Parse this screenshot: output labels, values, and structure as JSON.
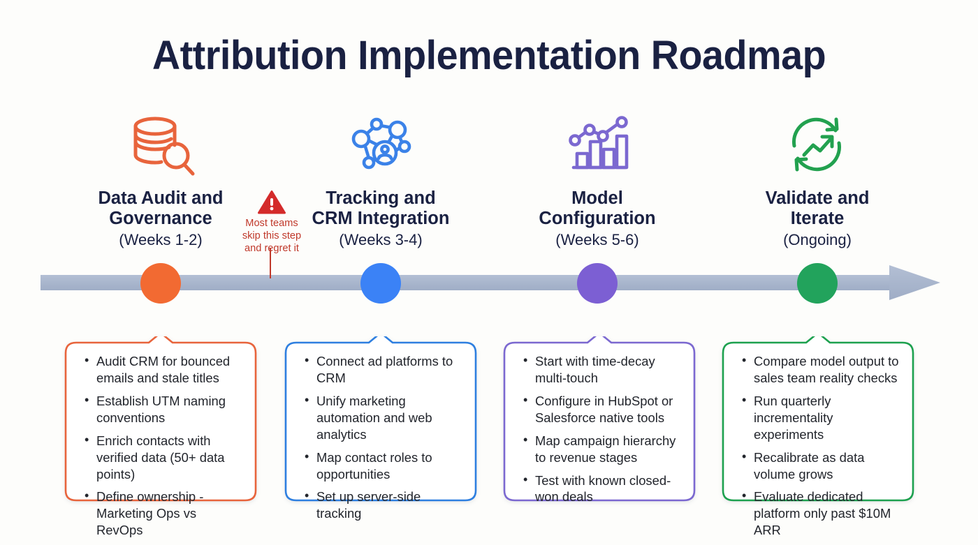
{
  "page": {
    "title": "Attribution Implementation Roadmap",
    "background_color": "#fdfdfb",
    "title_color": "#1a2142"
  },
  "timeline": {
    "axis_color": "#a9b6cd",
    "direction": "left-to-right",
    "arrowhead": "right"
  },
  "warning": {
    "icon": "warning-triangle-icon",
    "line1": "Most teams",
    "line2": "skip this step",
    "line3": "and regret it",
    "color": "#c0392b",
    "attached_between_stages": [
      1,
      2
    ]
  },
  "stages": [
    {
      "index": 1,
      "icon": "database-search-icon",
      "heading_line1": "Data Audit and",
      "heading_line2": "Governance",
      "timeframe": "(Weeks 1-2)",
      "color": "#f26a32",
      "dot_color": "#f26a32",
      "bullets": [
        "Audit CRM for bounced emails and stale titles",
        "Establish UTM naming conventions",
        "Enrich contacts with verified data (50+ data points)",
        "Define ownership - Marketing Ops vs RevOps"
      ]
    },
    {
      "index": 2,
      "icon": "network-graph-person-icon",
      "heading_line1": "Tracking and",
      "heading_line2": "CRM Integration",
      "timeframe": "(Weeks 3-4)",
      "color": "#3b82f6",
      "dot_color": "#3b82f6",
      "bullets": [
        "Connect ad platforms to CRM",
        "Unify marketing automation and web analytics",
        "Map contact roles to opportunities",
        "Set up server-side tracking"
      ]
    },
    {
      "index": 3,
      "icon": "bar-chart-trend-icon",
      "heading_line1": "Model",
      "heading_line2": "Configuration",
      "timeframe": "(Weeks 5-6)",
      "color": "#7c5fd3",
      "dot_color": "#7c5fd3",
      "bullets": [
        "Start with time-decay multi-touch",
        "Configure in HubSpot or Salesforce native tools",
        "Map campaign hierarchy to revenue stages",
        "Test with known closed-won deals"
      ]
    },
    {
      "index": 4,
      "icon": "refresh-cycle-trend-icon",
      "heading_line1": "Validate and",
      "heading_line2": "Iterate",
      "timeframe": "(Ongoing)",
      "color": "#22a35c",
      "dot_color": "#22a35c",
      "bullets": [
        "Compare model output to sales team reality checks",
        "Run quarterly incrementality experiments",
        "Recalibrate as data volume grows",
        "Evaluate dedicated platform only past $10M ARR"
      ]
    }
  ]
}
